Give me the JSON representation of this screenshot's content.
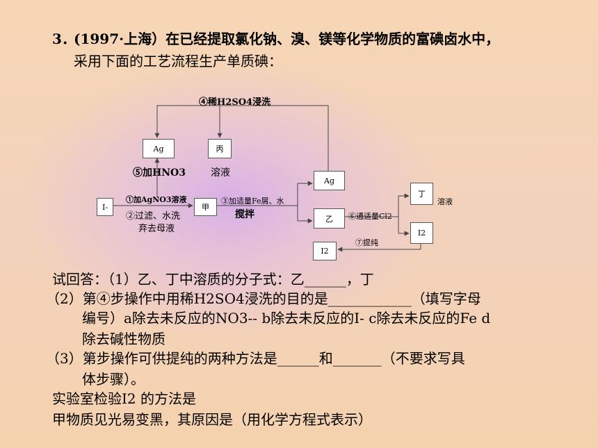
{
  "question": {
    "number": "3．",
    "line1": "(1997·上海）在已经提取氯化钠、溴、镁等化学物质的富碘卤水中，",
    "line2": "采用下面的工艺流程生产单质碘："
  },
  "diagram": {
    "boxes": {
      "ag_top": "Ag",
      "bing": "丙",
      "i_minus": "I-",
      "jia": "甲",
      "ag_mid": "Ag",
      "yi": "乙",
      "ding": "丁",
      "i2_right": "I2",
      "i2_bottom": "I2"
    },
    "labels": {
      "step4": "④稀H2SO4浸洗",
      "step5": "⑤加HNO3",
      "solution_bing": "溶液",
      "step1": "①加AgNO3溶液",
      "step2": "②过滤、水洗",
      "discard": "弃去母液",
      "step3": "③加适量Fe屑、水",
      "stir": "搅拌",
      "step6": "⑥通适量Cl2",
      "solution_ding": "溶液",
      "step7": "⑦提纯"
    }
  },
  "answers": {
    "q1": "试回答：（1）乙、丁中溶质的分子式：乙______，丁",
    "q2_line1": "（2）第④步操作中用稀H2SO4浸洗的目的是____________（填写字母",
    "q2_line2": "编号）a除去未反应的NO3-- b除去未反应的I- c除去未反应的Fe  d",
    "q2_line3": "除去碱性物质",
    "q3_line1": "（3）第步操作可供提纯的两种方法是______和_______（不要求写具",
    "q3_line2": "体步骤）。",
    "q4": "实验室检验I2 的方法是",
    "q5": "甲物质见光易变黑，其原因是（用化学方程式表示）"
  }
}
